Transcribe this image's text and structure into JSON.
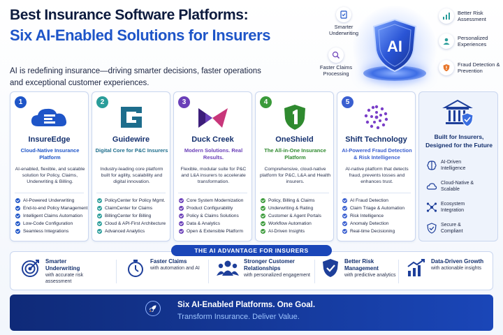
{
  "header": {
    "title_line1": "Best Insurance Software Platforms:",
    "title_line2": "Six AI-Enabled Solutions for Insurers",
    "subtitle": "AI is redefining insurance—driving smarter decisions, faster operations and exceptional customer experiences."
  },
  "hero": {
    "badge": "AI",
    "left_features": [
      {
        "label": "Smarter Underwriting",
        "icon": "clipboard-check-icon"
      },
      {
        "label": "Faster Claims Processing",
        "icon": "magnifier-clock-icon"
      }
    ],
    "right_features": [
      {
        "label": "Better Risk Assessment",
        "icon": "bar-chart-icon"
      },
      {
        "label": "Personalized Experiences",
        "icon": "person-icon"
      },
      {
        "label": "Fraud Detection & Prevention",
        "icon": "shield-alert-icon"
      }
    ]
  },
  "cards": [
    {
      "number": "1",
      "name": "InsureEdge",
      "accent": "#1e55c8",
      "tagline": "Cloud-Native Insurance Platform",
      "description": "AI-enabled, flexible, and scalable solution for Policy, Claims, Underwriting & Billing.",
      "features": [
        "AI-Powered Underwriting",
        "End-to-end Policy Management",
        "Intelligent Claims Automation",
        "Low-Code Configuration",
        "Seamless Integrations"
      ]
    },
    {
      "number": "2",
      "name": "Guidewire",
      "accent": "#2a9d9a",
      "tagline": "Digital Core for P&C Insurers",
      "description": "Industry-leading core platform built for agility, scalability and digital innovation.",
      "features": [
        "PolicyCenter for Policy Mgmt.",
        "ClaimCenter for Claims",
        "BillingCenter for Billing",
        "Cloud & API-First Architecture",
        "Advanced Analytics"
      ]
    },
    {
      "number": "3",
      "name": "Duck Creek",
      "accent": "#6a3fb8",
      "tagline": "Modern Solutions. Real Results.",
      "description": "Flexible, modular suite for P&C and L&A insurers to accelerate transformation.",
      "features": [
        "Core System Modernization",
        "Product Configurability",
        "Policy & Claims Solutions",
        "Data & Analytics",
        "Open & Extensible Platform"
      ]
    },
    {
      "number": "4",
      "name": "OneShield",
      "accent": "#3a9a3a",
      "tagline": "The All-in-One Insurance Platform",
      "description": "Comprehensive, cloud-native platform for P&C, L&A and Health insurers.",
      "features": [
        "Policy, Billing & Claims",
        "Underwriting & Rating",
        "Customer & Agent Portals",
        "Workflow Automation",
        "AI-Driven Insights"
      ]
    },
    {
      "number": "5",
      "name": "Shift Technology",
      "accent": "#3a5fd0",
      "tagline": "AI-Powered Fraud Detection & Risk Intelligence",
      "description": "AI-native platform that detects fraud, prevents losses and enhances trust.",
      "features": [
        "AI Fraud Detection",
        "Claim Triage & Automation",
        "Risk Intelligence",
        "Anomaly Detection",
        "Real-time Decisioning"
      ]
    }
  ],
  "summary_card": {
    "title": "Built for Insurers, Designed for the Future",
    "items": [
      {
        "label": "AI-Driven Intelligence",
        "icon": "brain-icon"
      },
      {
        "label": "Cloud-Native & Scalable",
        "icon": "cloud-icon"
      },
      {
        "label": "Ecosystem Integration",
        "icon": "network-icon"
      },
      {
        "label": "Secure & Compliant",
        "icon": "shield-check-icon"
      }
    ]
  },
  "advantage": {
    "banner": "THE AI ADVANTAGE FOR INSURERS",
    "items": [
      {
        "title": "Smarter Underwriting",
        "desc": "with accurate risk assessment",
        "icon": "target-icon"
      },
      {
        "title": "Faster Claims",
        "desc": "with automation and AI",
        "icon": "stopwatch-icon"
      },
      {
        "title": "Stronger Customer Relationships",
        "desc": "with personalized engagement",
        "icon": "people-icon"
      },
      {
        "title": "Better Risk Management",
        "desc": "with predictive analytics",
        "icon": "shield-check-icon"
      },
      {
        "title": "Data-Driven Growth",
        "desc": "with actionable insights",
        "icon": "growth-chart-icon"
      }
    ]
  },
  "footer": {
    "line1": "Six AI-Enabled Platforms. One Goal.",
    "line2": "Transform Insurance. Deliver Value."
  }
}
